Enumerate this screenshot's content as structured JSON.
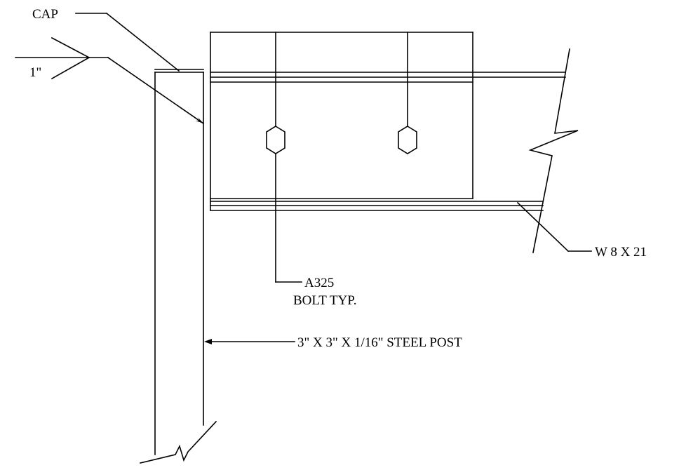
{
  "diagram": {
    "labels": {
      "cap": "CAP",
      "weld_size": "1\"",
      "beam": "W 8 X 21",
      "bolt_line1": "A325",
      "bolt_line2": "BOLT TYP.",
      "post": "3\" X 3\" X 1/16\" STEEL POST"
    }
  }
}
